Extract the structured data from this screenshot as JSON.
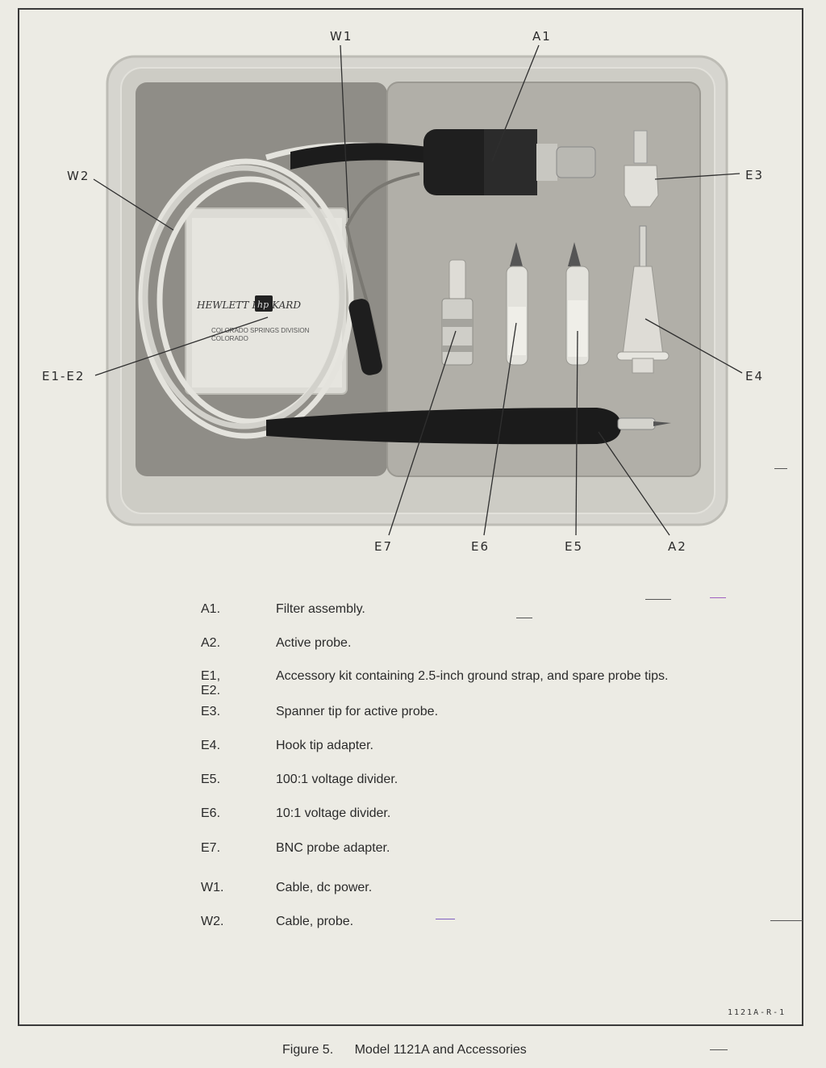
{
  "figure": {
    "callouts": {
      "w1": "W1",
      "a1": "A1",
      "w2": "W2",
      "e3": "E3",
      "e1_e2": "E1-E2",
      "e4": "E4",
      "e7": "E7",
      "e6": "E6",
      "e5": "E5",
      "a2": "A2"
    },
    "case_label": {
      "brand": "HEWLETT PACKARD",
      "logo_text": "hp",
      "division_line1": "COLORADO SPRINGS DIVISION",
      "division_line2": "COLORADO"
    }
  },
  "legend": [
    {
      "key": "A1.",
      "desc": "Filter assembly."
    },
    {
      "key": "A2.",
      "desc": "Active probe."
    },
    {
      "key": "E1, E2.",
      "desc": "Accessory kit containing 2.5-inch ground strap, and spare probe tips."
    },
    {
      "key": "E3.",
      "desc": "Spanner tip for active probe."
    },
    {
      "key": "E4.",
      "desc": "Hook tip adapter."
    },
    {
      "key": "E5.",
      "desc": "100:1 voltage divider."
    },
    {
      "key": "E6.",
      "desc": "10:1 voltage divider."
    },
    {
      "key": "E7.",
      "desc": "BNC probe adapter."
    },
    {
      "key": "W1.",
      "desc": "Cable, dc power."
    },
    {
      "key": "W2.",
      "desc": "Cable, probe."
    }
  ],
  "figure_code": "1121A-R-1",
  "caption": {
    "number": "Figure 5.",
    "title": "Model 1121A and Accessories"
  },
  "colors": {
    "paper": "#ecebe4",
    "case": "#d7d6d0",
    "foam": "#aba9a1",
    "border": "#3a3a3a"
  }
}
